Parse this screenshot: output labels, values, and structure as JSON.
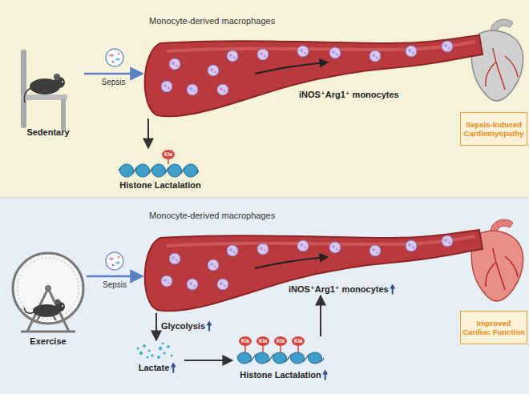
{
  "diagram": {
    "nodes": [
      {
        "text": [
          "Sedentary"
        ]
      },
      {
        "text": [
          "Monocyte-derived macrophages",
          "iNOS⁺Arg1⁺ monocytes"
        ]
      },
      {
        "text": [
          "Kla",
          "Histone Lactalation"
        ]
      },
      {
        "text": [
          "Sepsis-induced Cardiomyopathy"
        ]
      },
      {
        "text": [
          "Exercise"
        ]
      },
      {
        "text": [
          "Monocyte-derived macrophages"
        ]
      },
      {
        "text": [
          "iNOS⁺Arg1⁺ monocytes"
        ]
      },
      {
        "text": [
          "Lactate"
        ]
      },
      {
        "text": [
          "Kla",
          "Kla",
          "Kla",
          "Kla",
          "Histone Lactalation"
        ]
      },
      {
        "text": [
          "Improved Cardiac Function"
        ]
      }
    ],
    "edges": [
      {
        "from": 0,
        "to": 1,
        "arrow": "to",
        "label": "Sepsis"
      },
      {
        "from": 1,
        "to": 2,
        "arrow": "to"
      },
      {
        "from": 4,
        "to": 5,
        "arrow": "to",
        "label": "Sepsis"
      },
      {
        "from": 5,
        "to": 7,
        "arrow": "to",
        "label": "Glycolysis"
      },
      {
        "from": 7,
        "to": 8,
        "arrow": "to"
      },
      {
        "from": 8,
        "to": 6,
        "arrow": "to"
      }
    ]
  }
}
